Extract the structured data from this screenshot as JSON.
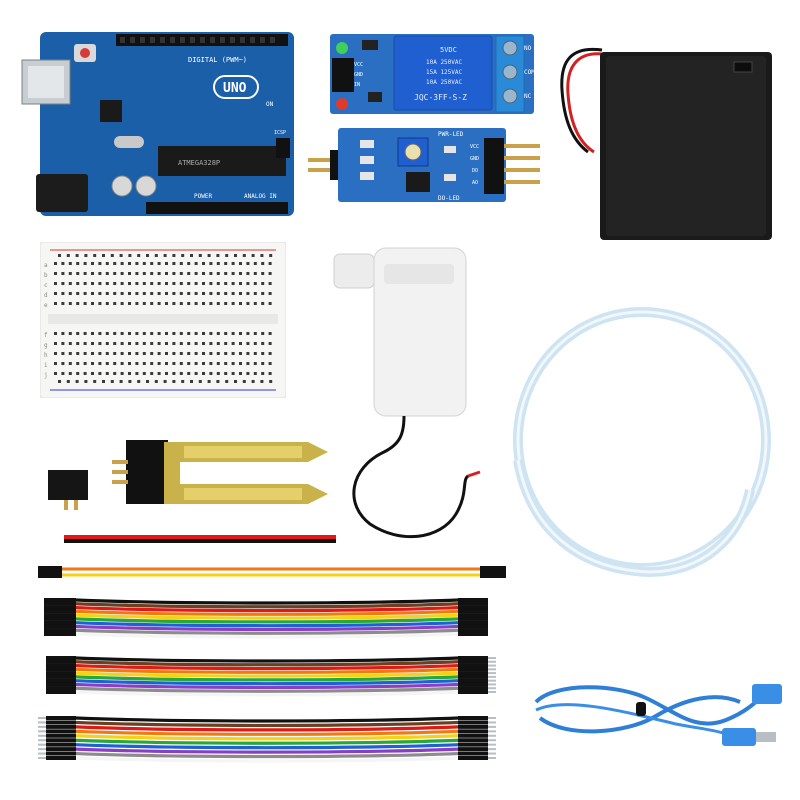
{
  "arduino": {
    "logo": "UNO",
    "digital_label": "DIGITAL (PWM~)",
    "analog_label": "ANALOG IN",
    "power_label": "POWER",
    "on_label": "ON",
    "icsp_label": "ICSP",
    "chip_text": "ATMEGA328P"
  },
  "relay": {
    "cube_lines": [
      "5VDC",
      "10A 250VAC",
      "15A 125VAC",
      "10A 250VAC",
      "JQC-3FF-S-Z"
    ],
    "terminals": [
      "NO",
      "COM",
      "NC"
    ],
    "pins": [
      "VCC",
      "GND",
      "IN"
    ]
  },
  "sensor_board": {
    "labels": [
      "PWR-LED",
      "DO-LED"
    ],
    "pins": [
      "VCC",
      "GND",
      "DO",
      "AO"
    ]
  },
  "breadboard": {
    "row_letters": [
      "a",
      "b",
      "c",
      "d",
      "e",
      "f",
      "g",
      "h",
      "i",
      "j"
    ]
  },
  "colors": {
    "arduino_pcb": "#1b5fa8",
    "relay_pcb": "#2b6fc2",
    "relay_cube": "#1f5fd0",
    "terminal_block": "#2a8ad8",
    "battery_box": "#1a1a1a",
    "soil_probe": "#c9b24a",
    "tube": "#cfe4f2",
    "usb_cable": "#2f7fd6",
    "pump_body": "#f2f2f2"
  },
  "ribbon_colors": [
    "#111111",
    "#6b3f1f",
    "#e01818",
    "#f07a10",
    "#f5d21a",
    "#28a83a",
    "#1f5fd8",
    "#8a3fc2",
    "#8c8c8c",
    "#f5f5f5"
  ]
}
